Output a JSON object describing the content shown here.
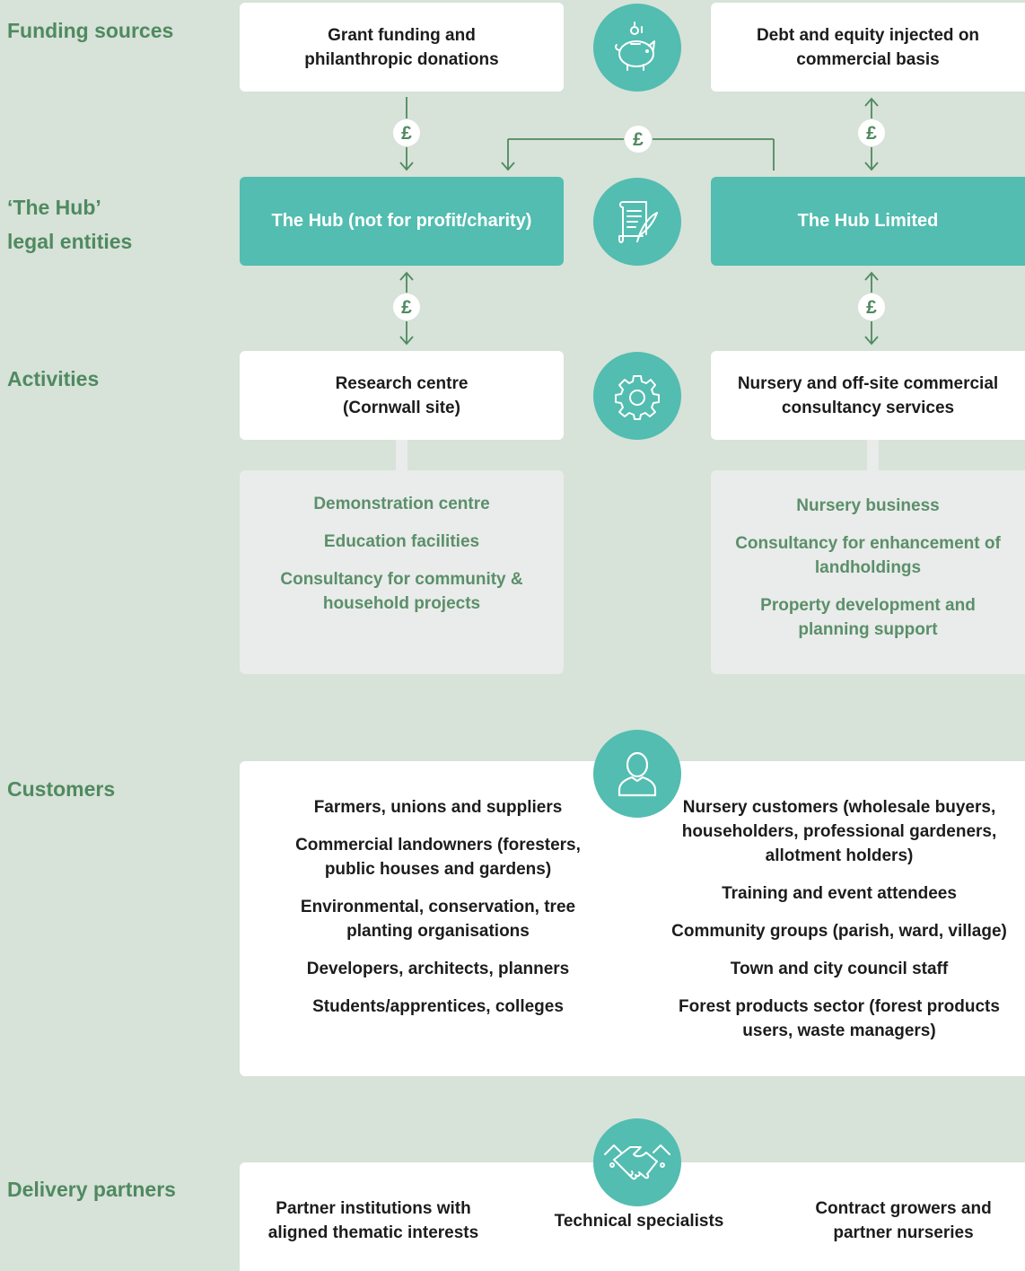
{
  "row_labels": {
    "funding": "Funding sources",
    "entities_line1": "‘The Hub’",
    "entities_line2": "legal entities",
    "activities": "Activities",
    "customers": "Customers",
    "partners": "Delivery partners"
  },
  "funding": {
    "left_line1": "Grant funding and",
    "left_line2": "philanthropic donations",
    "right_line1": "Debt and equity injected on",
    "right_line2": "commercial basis"
  },
  "entities": {
    "left": "The Hub (not for profit/charity)",
    "right": "The Hub Limited"
  },
  "activities": {
    "left_line1": "Research centre",
    "left_line2": "(Cornwall site)",
    "right_line1": "Nursery and off-site commercial",
    "right_line2": "consultancy services"
  },
  "left_sub": [
    "Demonstration centre",
    "Education facilities",
    "Consultancy for community & household projects"
  ],
  "right_sub": [
    "Nursery business",
    "Consultancy for enhancement of landholdings",
    "Property development and planning support"
  ],
  "customers_left": [
    "Farmers, unions and suppliers",
    "Commercial landowners (foresters, public houses and gardens)",
    "Environmental, conservation, tree planting organisations",
    "Developers, architects, planners",
    "Students/apprentices, colleges"
  ],
  "customers_right": [
    "Nursery customers (wholesale buyers, householders, professional gardeners, allotment holders)",
    "Training and event attendees",
    "Community groups (parish, ward, village)",
    "Town and city council staff",
    "Forest products sector (forest products users, waste managers)"
  ],
  "partners": [
    "Partner institutions with aligned thematic interests",
    "Technical specialists",
    "Contract growers and partner nurseries"
  ],
  "pound_symbol": "£",
  "icons": [
    "piggy-bank-icon",
    "document-quill-icon",
    "gear-icon",
    "person-icon",
    "handshake-icon"
  ],
  "colors": {
    "background": "#d7e2d9",
    "teal": "#52bdb0",
    "green_text": "#4f8a5f",
    "sub_box": "#e9ecea"
  }
}
